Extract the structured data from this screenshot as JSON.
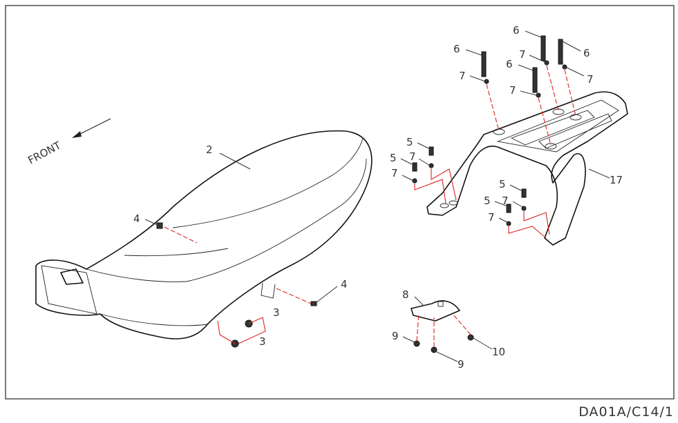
{
  "direction_label": "FRONT",
  "drawing_code": "DA01A/C14/1",
  "callouts": [
    "2",
    "4",
    "3",
    "3",
    "4",
    "8",
    "9",
    "9",
    "10",
    "17",
    "6",
    "6",
    "6",
    "6",
    "7",
    "7",
    "7",
    "7",
    "5",
    "5",
    "7",
    "7",
    "5",
    "5",
    "7",
    "7"
  ],
  "colors": {
    "line": "#111111",
    "leader_dash": "#dd2222"
  }
}
